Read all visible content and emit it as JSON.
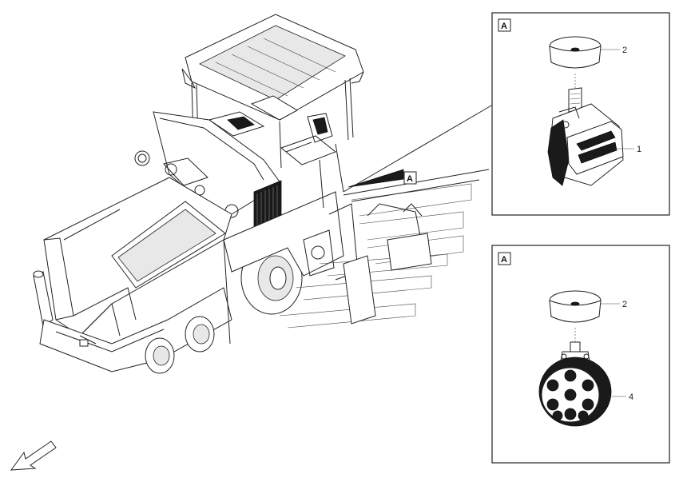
{
  "detail_top": {
    "tag": "A",
    "callouts": [
      {
        "number": "2",
        "part": "cap"
      },
      {
        "number": "1",
        "part": "work-light-rectangular"
      }
    ]
  },
  "detail_bottom": {
    "tag": "A",
    "callouts": [
      {
        "number": "2",
        "part": "cap"
      },
      {
        "number": "4",
        "part": "work-light-round"
      }
    ]
  },
  "machine": {
    "view_marker": "A"
  },
  "icons": {
    "direction_arrow": "front-direction-arrow-icon"
  }
}
